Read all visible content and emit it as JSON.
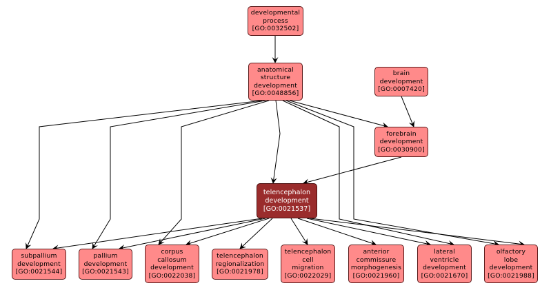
{
  "graph": {
    "colors": {
      "node_fill": "#ff8a8a",
      "focus_fill": "#9a2c2c",
      "edge": "#000000"
    },
    "nodes": [
      {
        "id": "GO:0032502",
        "lines": [
          "developmental",
          "process",
          "[GO:0032502]"
        ],
        "focus": false
      },
      {
        "id": "GO:0048856",
        "lines": [
          "anatomical",
          "structure",
          "development",
          "[GO:0048856]"
        ],
        "focus": false
      },
      {
        "id": "GO:0007420",
        "lines": [
          "brain",
          "development",
          "[GO:0007420]"
        ],
        "focus": false
      },
      {
        "id": "GO:0030900",
        "lines": [
          "forebrain",
          "development",
          "[GO:0030900]"
        ],
        "focus": false
      },
      {
        "id": "GO:0021537",
        "lines": [
          "telencephalon",
          "development",
          "[GO:0021537]"
        ],
        "focus": true
      },
      {
        "id": "GO:0021544",
        "lines": [
          "subpallium",
          "development",
          "[GO:0021544]"
        ],
        "focus": false
      },
      {
        "id": "GO:0021543",
        "lines": [
          "pallium",
          "development",
          "[GO:0021543]"
        ],
        "focus": false
      },
      {
        "id": "GO:0022038",
        "lines": [
          "corpus",
          "callosum",
          "development",
          "[GO:0022038]"
        ],
        "focus": false
      },
      {
        "id": "GO:0021978",
        "lines": [
          "telencephalon",
          "regionalization",
          "[GO:0021978]"
        ],
        "focus": false
      },
      {
        "id": "GO:0022029",
        "lines": [
          "telencephalon",
          "cell",
          "migration",
          "[GO:0022029]"
        ],
        "focus": false
      },
      {
        "id": "GO:0021960",
        "lines": [
          "anterior",
          "commissure",
          "morphogenesis",
          "[GO:0021960]"
        ],
        "focus": false
      },
      {
        "id": "GO:0021670",
        "lines": [
          "lateral",
          "ventricle",
          "development",
          "[GO:0021670]"
        ],
        "focus": false
      },
      {
        "id": "GO:0021988",
        "lines": [
          "olfactory",
          "lobe",
          "development",
          "[GO:0021988]"
        ],
        "focus": false
      }
    ],
    "edges": [
      {
        "from": "GO:0032502",
        "to": "GO:0048856"
      },
      {
        "from": "GO:0048856",
        "to": "GO:0030900"
      },
      {
        "from": "GO:0007420",
        "to": "GO:0030900"
      },
      {
        "from": "GO:0030900",
        "to": "GO:0021537"
      },
      {
        "from": "GO:0048856",
        "to": "GO:0021537"
      },
      {
        "from": "GO:0048856",
        "to": "GO:0021544"
      },
      {
        "from": "GO:0048856",
        "to": "GO:0021543"
      },
      {
        "from": "GO:0048856",
        "to": "GO:0022038"
      },
      {
        "from": "GO:0048856",
        "to": "GO:0021670"
      },
      {
        "from": "GO:0048856",
        "to": "GO:0021988"
      },
      {
        "from": "GO:0021537",
        "to": "GO:0021544"
      },
      {
        "from": "GO:0021537",
        "to": "GO:0021543"
      },
      {
        "from": "GO:0021537",
        "to": "GO:0022038"
      },
      {
        "from": "GO:0021537",
        "to": "GO:0021978"
      },
      {
        "from": "GO:0021537",
        "to": "GO:0022029"
      },
      {
        "from": "GO:0021537",
        "to": "GO:0021960"
      },
      {
        "from": "GO:0021537",
        "to": "GO:0021670"
      },
      {
        "from": "GO:0021537",
        "to": "GO:0021988"
      }
    ]
  }
}
